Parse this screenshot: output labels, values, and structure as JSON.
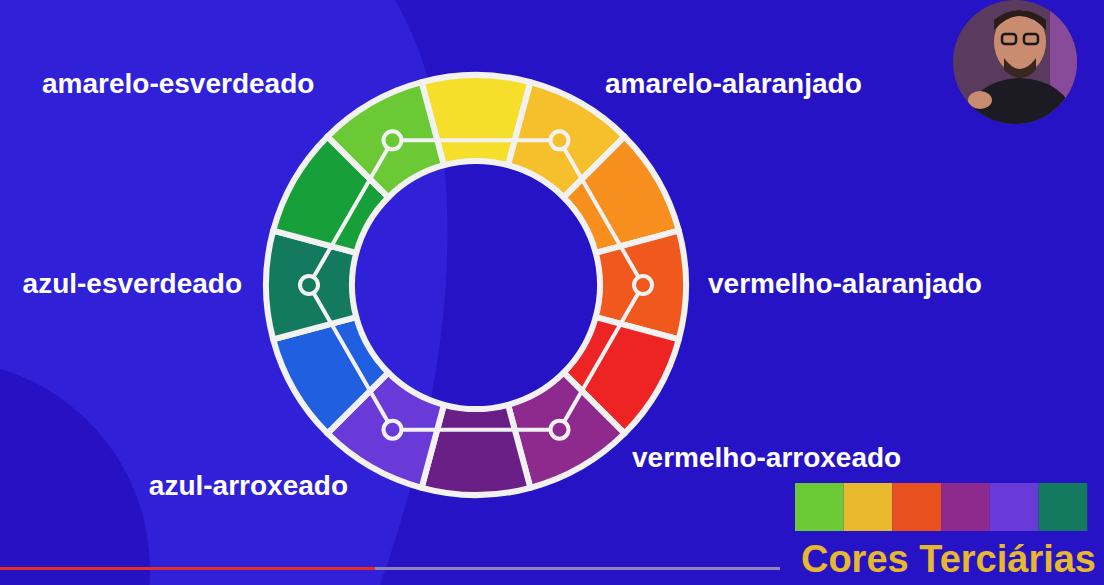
{
  "diagram": {
    "title": "Cores Terciárias",
    "labels": [
      "amarelo-esverdeado",
      "amarelo-alaranjado",
      "azul-esverdeado",
      "vermelho-alaranjado",
      "vermelho-arroxeado",
      "azul-arroxeado"
    ]
  }
}
